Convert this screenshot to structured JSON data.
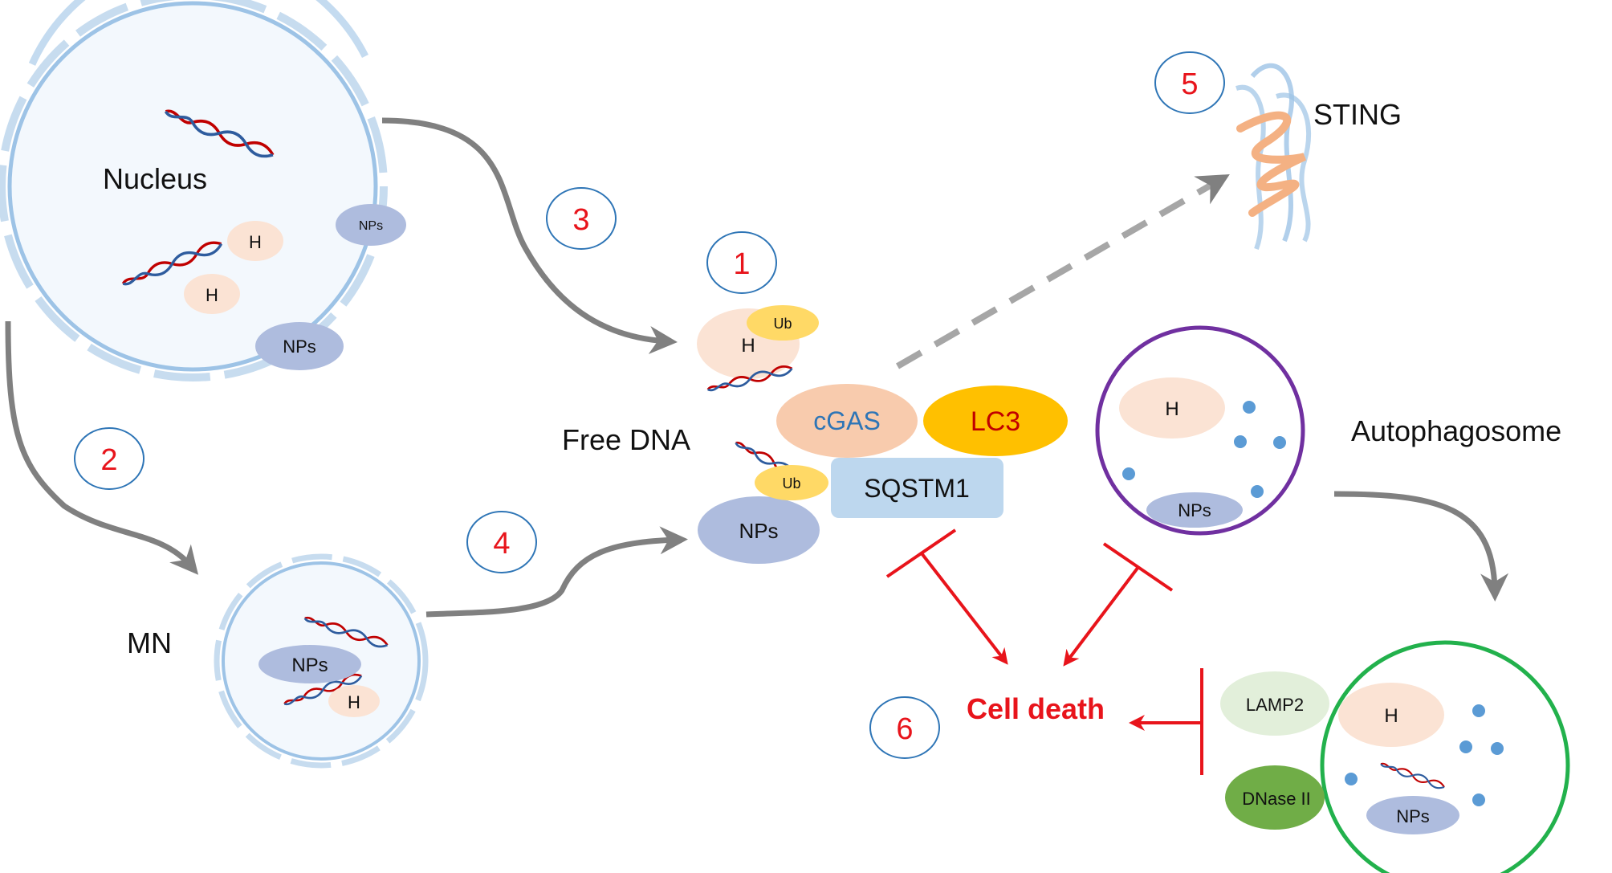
{
  "labels": {
    "nucleus": "Nucleus",
    "mn": "MN",
    "free_dna": "Free DNA",
    "sting": "STING",
    "autophagosome": "Autophagosome",
    "cell_death": "Cell death"
  },
  "molecules": {
    "h": "H",
    "nps": "NPs",
    "ub": "Ub",
    "cgas": "cGAS",
    "lc3": "LC3",
    "sqstm1": "SQSTM1",
    "lamp2": "LAMP2",
    "dnase": "DNase II"
  },
  "steps": [
    "1",
    "2",
    "3",
    "4",
    "5",
    "6"
  ],
  "colors": {
    "membrane": "#9dc3e6",
    "nucleus_fill": "#f3f8fd",
    "histone": "#fbe3d4",
    "nps": "#aebcde",
    "ub": "#ffd966",
    "cgas": "#f8cbad",
    "lc3": "#ffc000",
    "sqstm1": "#bdd7ee",
    "autophagosome": "#7030a0",
    "autolysosome": "#22b14c",
    "lamp2": "#e2efda",
    "dnase": "#70ad47",
    "dots": "#5b9bd5",
    "inhibition": "#e8141b",
    "arrow": "#808080",
    "cgas_text": "#2e75b6",
    "lc3_text": "#c00000"
  }
}
